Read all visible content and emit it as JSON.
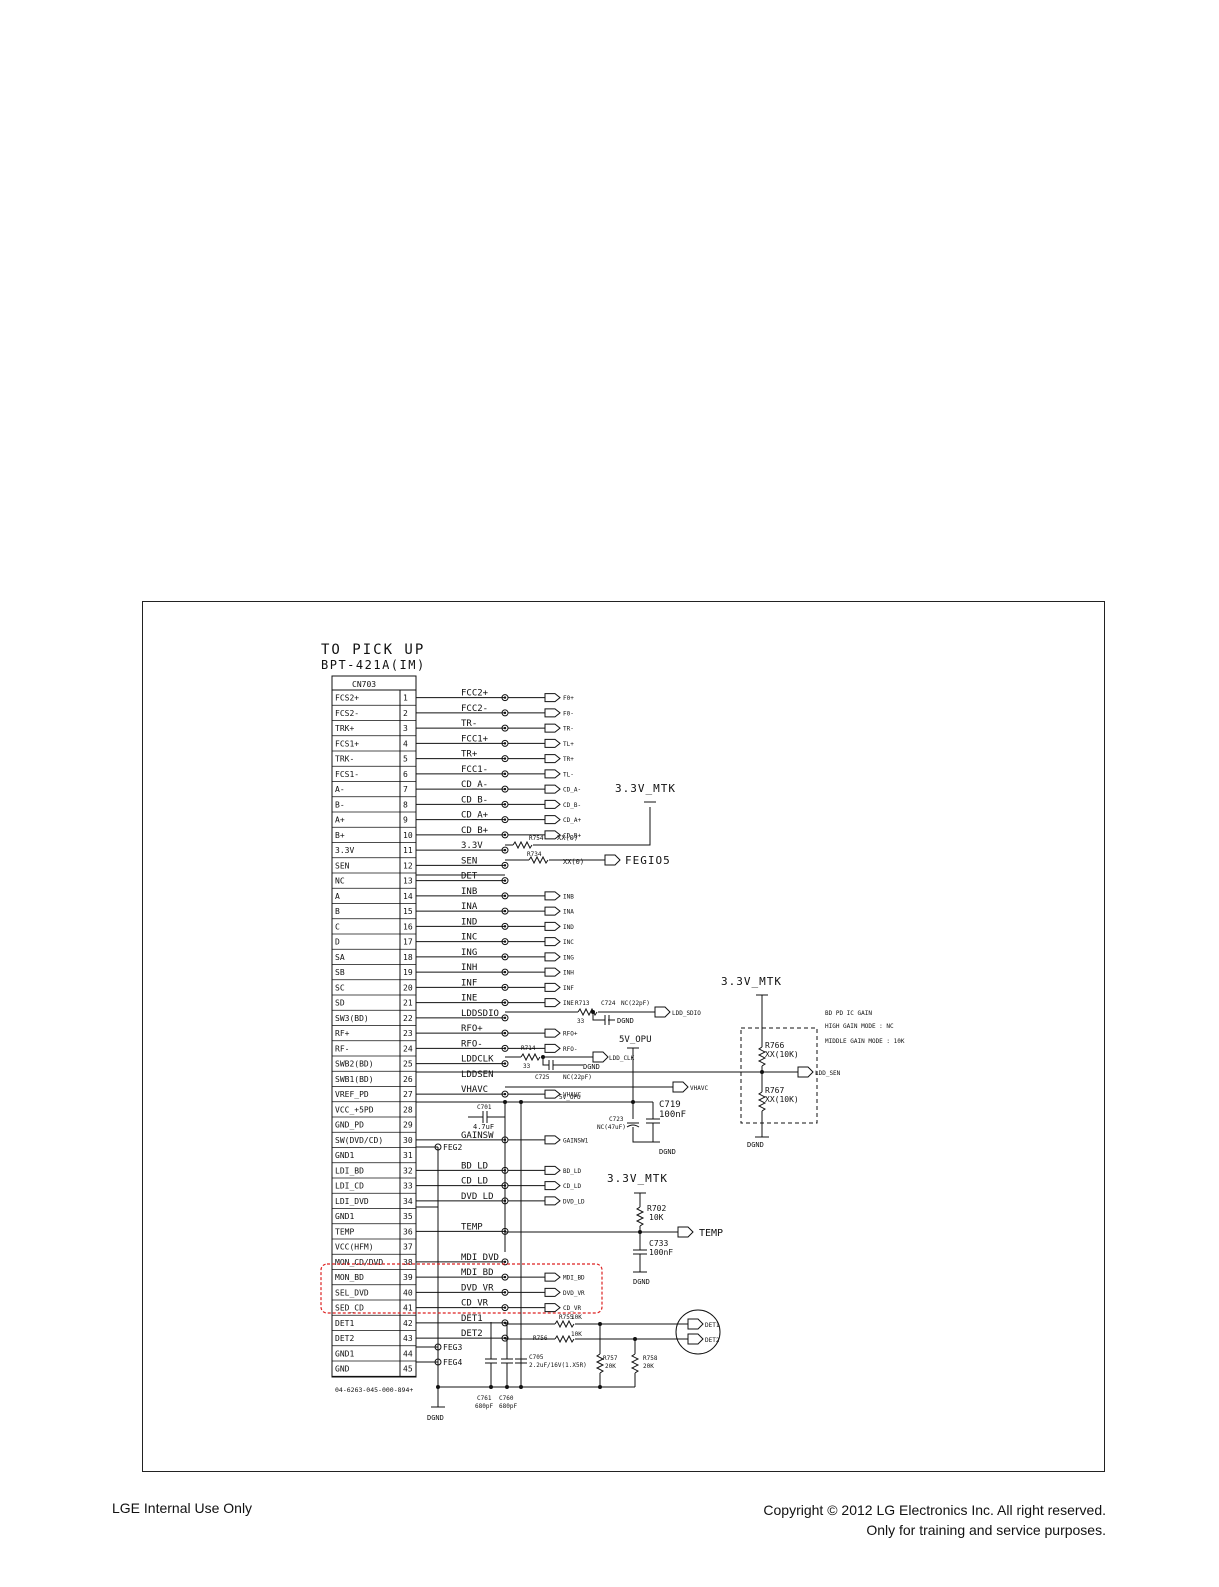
{
  "diagram": {
    "title": "TO PICK UP",
    "subtitle": "BPT-421A(IM)",
    "connector_ref": "CN703",
    "part_number": "04-6263-045-000-894+",
    "pins": [
      {
        "num": "1",
        "name": "FCS2+",
        "net": "FCC2+",
        "port": "F0+"
      },
      {
        "num": "2",
        "name": "FCS2-",
        "net": "FCC2-",
        "port": "F0-"
      },
      {
        "num": "3",
        "name": "TRK+",
        "net": "TR-",
        "port": "TR-"
      },
      {
        "num": "4",
        "name": "FCS1+",
        "net": "FCC1+",
        "port": "TL+"
      },
      {
        "num": "5",
        "name": "TRK-",
        "net": "TR+",
        "port": "TR+"
      },
      {
        "num": "6",
        "name": "FCS1-",
        "net": "FCC1-",
        "port": "TL-"
      },
      {
        "num": "7",
        "name": "A-",
        "net": "CD_A-",
        "port": "CD_A-"
      },
      {
        "num": "8",
        "name": "B-",
        "net": "CD_B-",
        "port": "CD_B-"
      },
      {
        "num": "9",
        "name": "A+",
        "net": "CD_A+",
        "port": "CD_A+"
      },
      {
        "num": "10",
        "name": "B+",
        "net": "CD_B+",
        "port": "CD_B+"
      },
      {
        "num": "11",
        "name": "3.3V",
        "net": "3.3V",
        "port": ""
      },
      {
        "num": "12",
        "name": "SEN",
        "net": "SEN",
        "port": ""
      },
      {
        "num": "13",
        "name": "NC",
        "net": "DET",
        "port": ""
      },
      {
        "num": "14",
        "name": "A",
        "net": "INB",
        "port": "INB"
      },
      {
        "num": "15",
        "name": "B",
        "net": "INA",
        "port": "INA"
      },
      {
        "num": "16",
        "name": "C",
        "net": "IND",
        "port": "IND"
      },
      {
        "num": "17",
        "name": "D",
        "net": "INC",
        "port": "INC"
      },
      {
        "num": "18",
        "name": "SA",
        "net": "ING",
        "port": "ING"
      },
      {
        "num": "19",
        "name": "SB",
        "net": "INH",
        "port": "INH"
      },
      {
        "num": "20",
        "name": "SC",
        "net": "INF",
        "port": "INF"
      },
      {
        "num": "21",
        "name": "SD",
        "net": "INE",
        "port": "INE"
      },
      {
        "num": "22",
        "name": "SW3(BD)",
        "net": "LDDSDIO",
        "port": ""
      },
      {
        "num": "23",
        "name": "RF+",
        "net": "RFO+",
        "port": "RFO+"
      },
      {
        "num": "24",
        "name": "RF-",
        "net": "RFO-",
        "port": "RFO-"
      },
      {
        "num": "25",
        "name": "SWB2(BD)",
        "net": "LDDCLK",
        "port": ""
      },
      {
        "num": "26",
        "name": "SWB1(BD)",
        "net": "LDDSEN",
        "port": ""
      },
      {
        "num": "27",
        "name": "VREF_PD",
        "net": "VHAVC",
        "port": "VHAVC"
      },
      {
        "num": "28",
        "name": "VCC_+5PD",
        "net": "",
        "port": ""
      },
      {
        "num": "29",
        "name": "GND_PD",
        "net": "",
        "port": ""
      },
      {
        "num": "30",
        "name": "SW(DVD/CD)",
        "net": "GAINSW",
        "port": "GAINSW1"
      },
      {
        "num": "31",
        "name": "GND1",
        "net": "",
        "port": ""
      },
      {
        "num": "32",
        "name": "LDI_BD",
        "net": "BD_LD",
        "port": "BD_LD"
      },
      {
        "num": "33",
        "name": "LDI_CD",
        "net": "CD_LD",
        "port": "CD_LD"
      },
      {
        "num": "34",
        "name": "LDI_DVD",
        "net": "DVD_LD",
        "port": "DVD_LD"
      },
      {
        "num": "35",
        "name": "GND1",
        "net": "",
        "port": ""
      },
      {
        "num": "36",
        "name": "TEMP",
        "net": "TEMP",
        "port": ""
      },
      {
        "num": "37",
        "name": "VCC(HFM)",
        "net": "",
        "port": ""
      },
      {
        "num": "38",
        "name": "MON_CD/DVD",
        "net": "MDI_DVD",
        "port": ""
      },
      {
        "num": "39",
        "name": "MON_BD",
        "net": "MDI_BD",
        "port": "MDI_BD"
      },
      {
        "num": "40",
        "name": "SEL_DVD",
        "net": "DVD_VR",
        "port": "DVD_VR"
      },
      {
        "num": "41",
        "name": "SED_CD",
        "net": "CD_VR",
        "port": "CD_VR"
      },
      {
        "num": "42",
        "name": "DET1",
        "net": "DET1",
        "port": ""
      },
      {
        "num": "43",
        "name": "DET2",
        "net": "DET2",
        "port": ""
      },
      {
        "num": "44",
        "name": "GND1",
        "net": "",
        "port": ""
      },
      {
        "num": "45",
        "name": "GND",
        "net": "",
        "port": ""
      }
    ],
    "labels": {
      "v33_mtk": "3.3V_MTK",
      "fegio5": "FEGIO5",
      "r754": "R754",
      "r754_val": "XX(0)",
      "r734": "R734",
      "r734_val": "XX(0)",
      "r713": "R713",
      "r713_val": "33",
      "c724": "C724",
      "c724_val": "NC(22pF)",
      "ldd_sdio": "LDD_SDIO",
      "dgnd": "DGND",
      "v5_opu": "5V_OPU",
      "r714": "R714",
      "r714_val": "33",
      "ldd_clk": "LDD_CLK",
      "c725": "C725",
      "c725_val": "NC(22pF)",
      "ldd_sen": "LDD_SEN",
      "vhavc": "VHAVC",
      "v5_opu_small": "5V_OPU",
      "c701": "C701",
      "c701_val": "4.7uF",
      "c719": "C719",
      "c719_val": "100nF",
      "c723": "C723",
      "c723_val": "NC(47uF)",
      "r766": "R766",
      "r766_val": "XX(10K)",
      "r767": "R767",
      "r767_val": "XX(10K)",
      "note1": "BD PD IC GAIN",
      "note2": "HIGH GAIN MODE : NC",
      "note3": "MIDDLE GAIN MODE : 10K",
      "r702": "R702",
      "r702_val": "10K",
      "temp": "TEMP",
      "c733": "C733",
      "c733_val": "100nF",
      "feg2": "FEG2",
      "feg3": "FEG3",
      "feg4": "FEG4",
      "r755": "R755",
      "r755_val": "10K",
      "r756": "R756",
      "r756_val": "10K",
      "det1": "DET1",
      "det2": "DET2",
      "c705": "C705",
      "c705_val": "2.2uF/16V(1.X5R)",
      "r757": "R757",
      "r757_val": "20K",
      "r758": "R758",
      "r758_val": "20K",
      "c761": "C761",
      "c761_val": "680pF",
      "c760": "C760",
      "c760_val": "680pF"
    }
  },
  "footer": {
    "left": "LGE Internal Use Only",
    "right1": "Copyright © 2012 LG Electronics Inc. All right reserved.",
    "right2": "Only for training and service purposes."
  }
}
